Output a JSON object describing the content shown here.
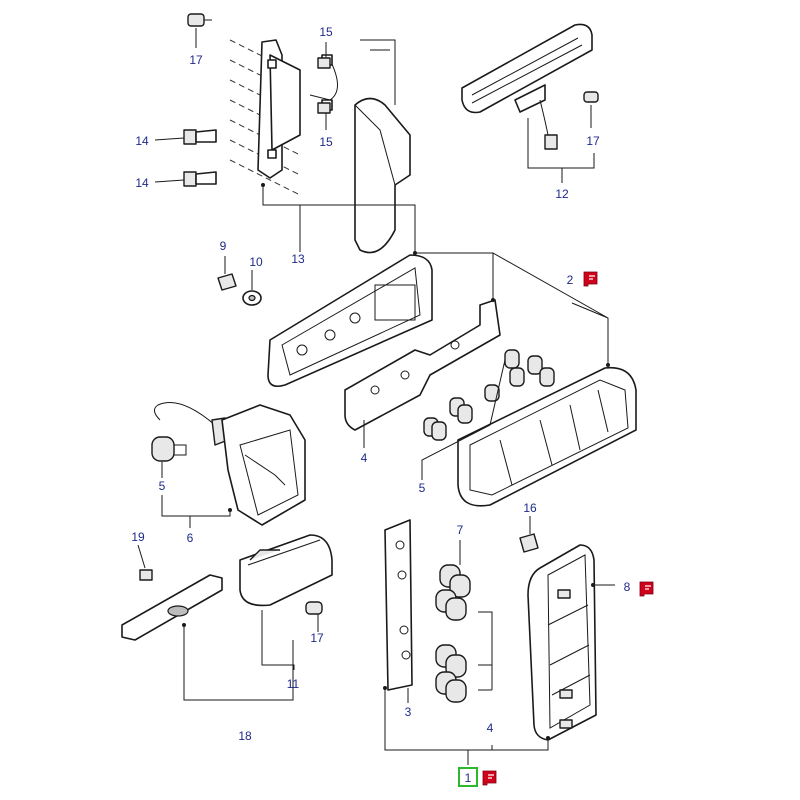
{
  "diagram": {
    "callouts": {
      "c1": "1",
      "c2": "2",
      "c3": "3",
      "c4a": "4",
      "c4b": "4",
      "c5a": "5",
      "c5b": "5",
      "c6": "6",
      "c7": "7",
      "c8": "8",
      "c9": "9",
      "c10": "10",
      "c11": "11",
      "c12": "12",
      "c13": "13",
      "c14a": "14",
      "c14b": "14",
      "c15a": "15",
      "c15b": "15",
      "c16": "16",
      "c17a": "17",
      "c17b": "17",
      "c17c": "17",
      "c18": "18",
      "c19": "19"
    },
    "selected_callout": "1",
    "colors": {
      "callout_text": "#1f2a8a",
      "flag": "#d0021b",
      "selection": "#2eb82e",
      "line": "#1a1a1a"
    },
    "flag_icons": [
      "flag-icon",
      "flag-icon",
      "flag-icon"
    ]
  }
}
